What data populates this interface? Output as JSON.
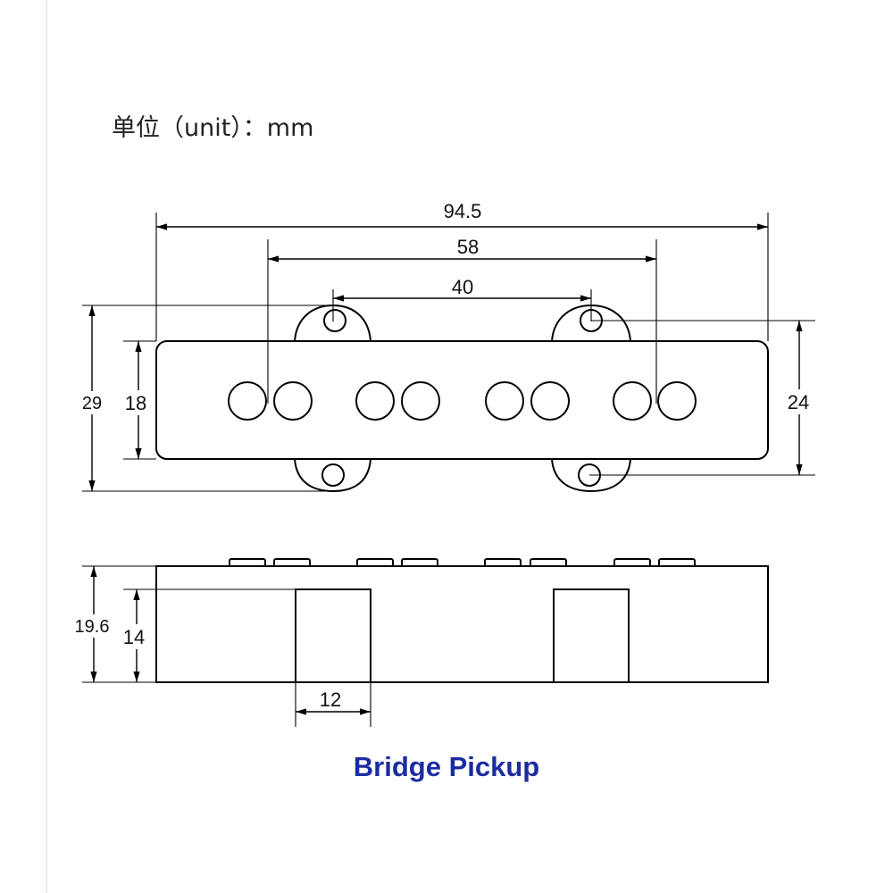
{
  "unit_label": "单位（unit）：mm",
  "dimensions": {
    "top_view": {
      "overall_length": "94.5",
      "outer_pole_spacing": "58",
      "mount_hole_spacing": "40",
      "ear_height": "29",
      "body_width": "18",
      "mount_hole_vertical_spacing": "24"
    },
    "side_view": {
      "total_height": "19.6",
      "body_height": "14",
      "leg_width": "12"
    }
  },
  "title": "Bridge Pickup",
  "colors": {
    "title": "#1c2ca0",
    "line": "#000000"
  }
}
